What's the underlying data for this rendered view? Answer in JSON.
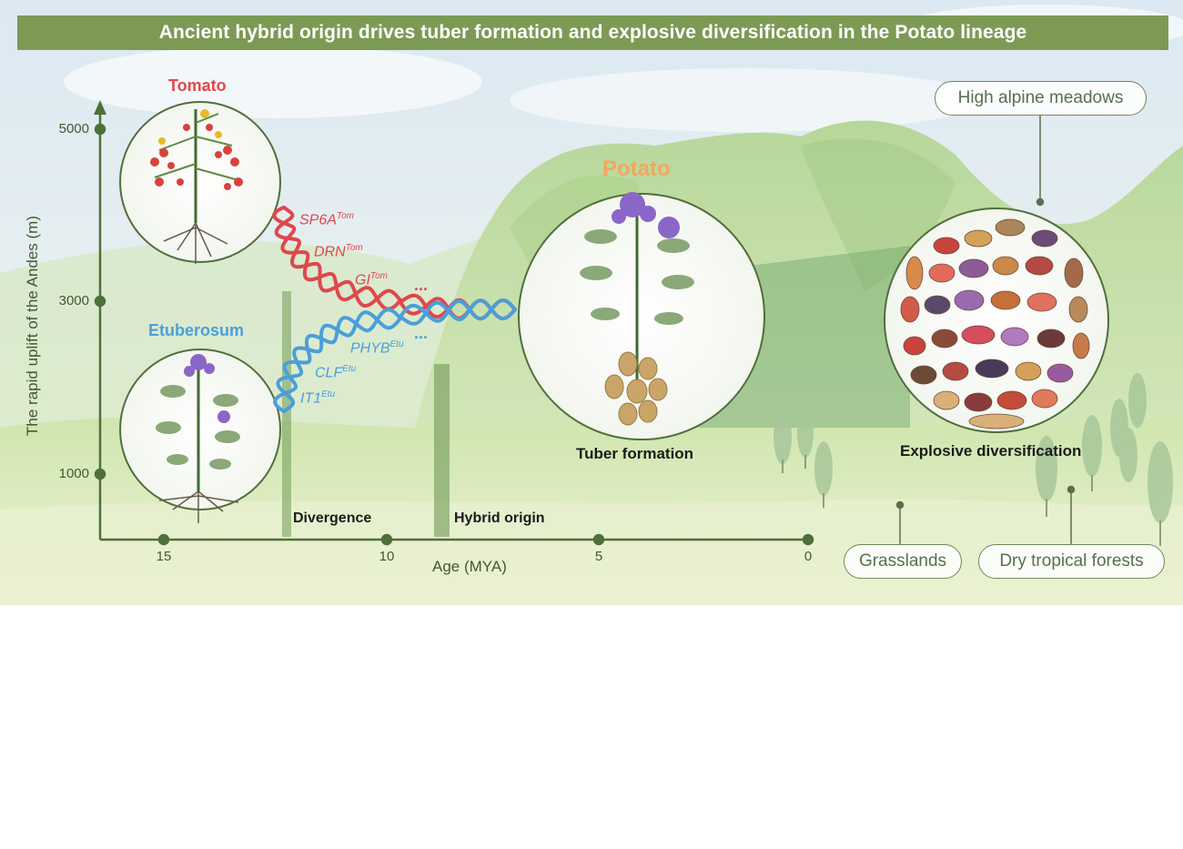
{
  "title": "Ancient hybrid origin drives tuber formation and explosive diversification in the Potato lineage",
  "y_axis": {
    "label": "The rapid uplift of the Andes (m)",
    "ticks": [
      "5000",
      "3000",
      "1000"
    ]
  },
  "x_axis": {
    "label": "Age (MYA)",
    "ticks": [
      "15",
      "10",
      "5",
      "0"
    ]
  },
  "events": {
    "divergence": "Divergence",
    "hybrid_origin": "Hybrid origin"
  },
  "species": {
    "tomato": "Tomato",
    "etuberosum": "Etuberosum",
    "potato": "Potato"
  },
  "genes": {
    "tomato": [
      {
        "name": "SP6A",
        "sup": "Tom"
      },
      {
        "name": "DRN",
        "sup": "Tom"
      },
      {
        "name": "GI",
        "sup": "Tom"
      }
    ],
    "etuberosum": [
      {
        "name": "PHYB",
        "sup": "Etu"
      },
      {
        "name": "CLF",
        "sup": "Etu"
      },
      {
        "name": "IT1",
        "sup": "Etu"
      }
    ],
    "ellipsis": "..."
  },
  "captions": {
    "tuber": "Tuber formation",
    "diversification": "Explosive diversification"
  },
  "habitats": {
    "alpine": "High alpine meadows",
    "grasslands": "Grasslands",
    "forests": "Dry tropical forests"
  },
  "colors": {
    "banner": "#7d9a55",
    "tomato": "#e0474c",
    "etuberosum": "#4b9fd8",
    "potato": "#f0a860",
    "axis": "#4f6f3a"
  }
}
